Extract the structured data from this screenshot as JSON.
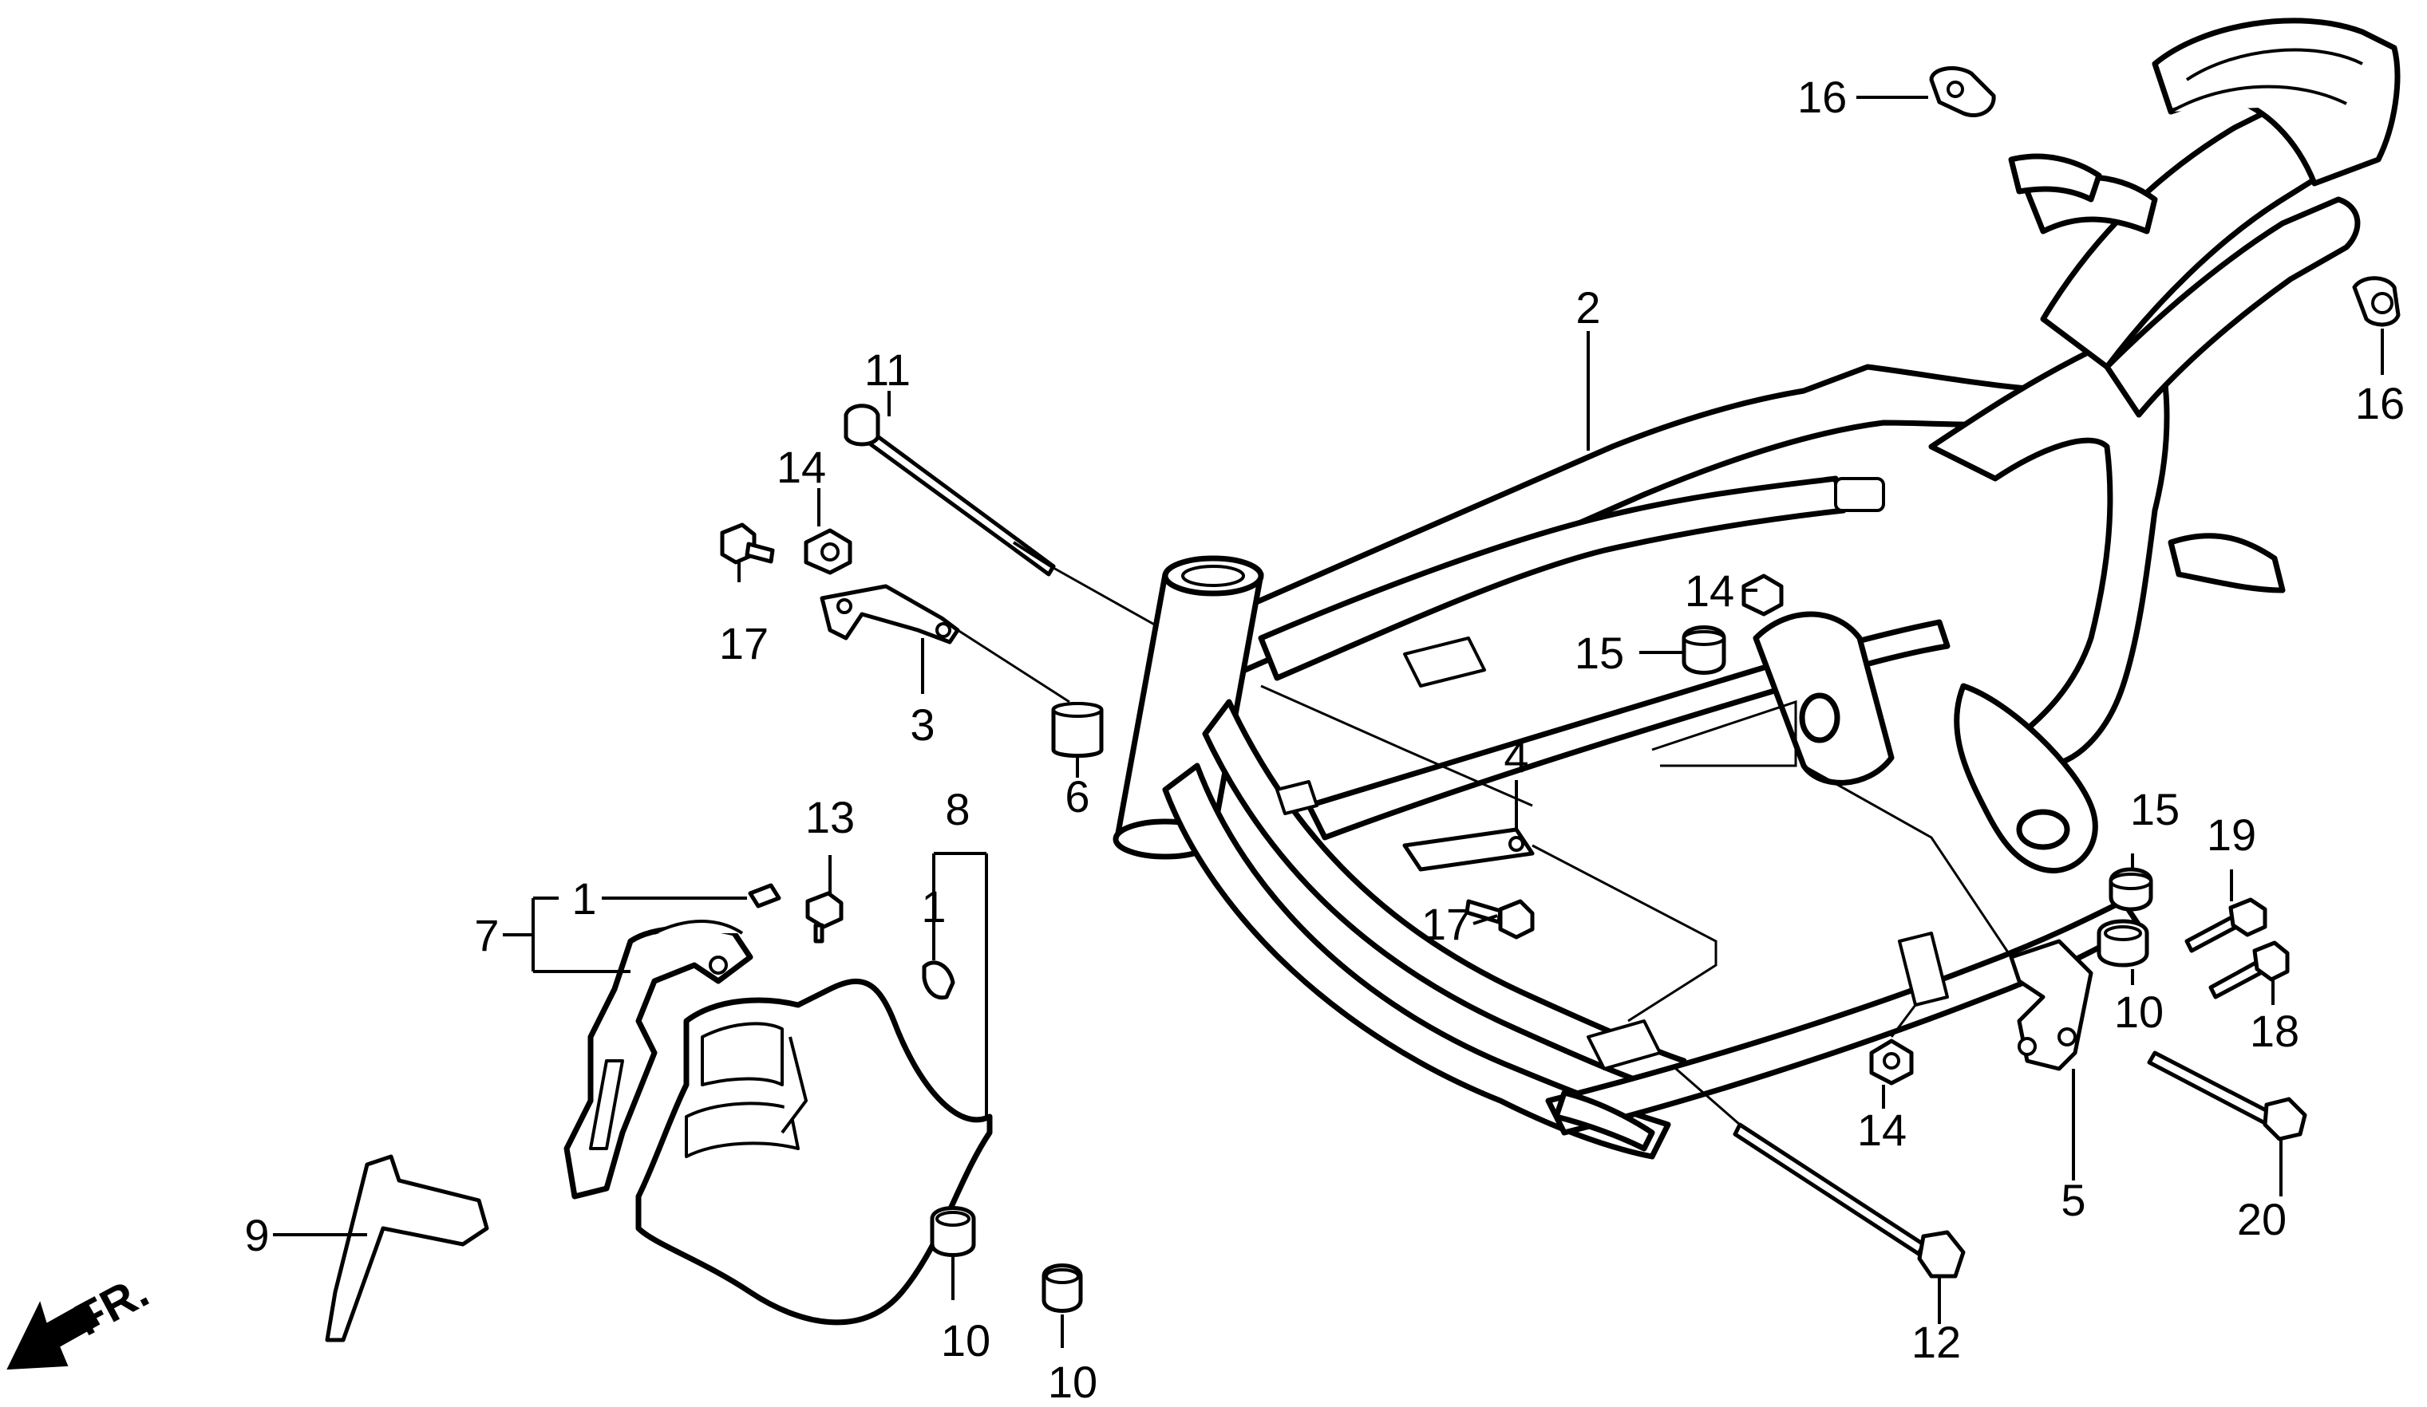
{
  "callouts": {
    "c1a": "1",
    "c1b": "1",
    "c2": "2",
    "c3": "3",
    "c4": "4",
    "c5": "5",
    "c6": "6",
    "c7": "7",
    "c8": "8",
    "c9": "9",
    "c10a": "10",
    "c10b": "10",
    "c10c": "10",
    "c11": "11",
    "c12": "12",
    "c13": "13",
    "c14a": "14",
    "c14b": "14",
    "c14c": "14",
    "c15a": "15",
    "c15b": "15",
    "c16a": "16",
    "c16b": "16",
    "c17a": "17",
    "c17b": "17",
    "c18": "18",
    "c19": "19",
    "c20": "20"
  },
  "direction": {
    "label": "FR."
  }
}
